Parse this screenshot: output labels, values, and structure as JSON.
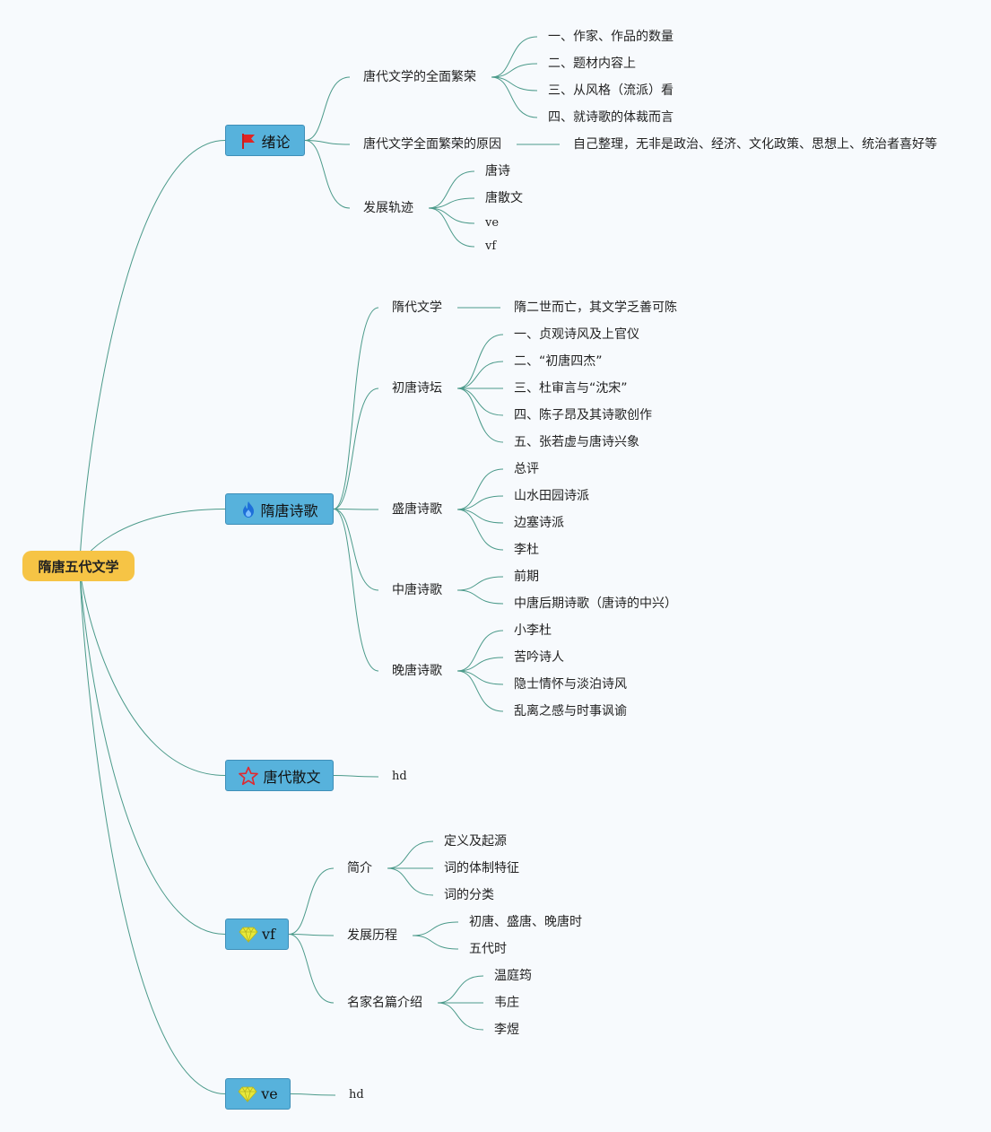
{
  "root": {
    "label": "隋唐五代文学"
  },
  "topics": [
    {
      "label": "绪论",
      "icon": "red-flag-icon",
      "children": [
        {
          "label": "唐代文学的全面繁荣",
          "children": [
            "一、作家、作品的数量",
            "二、题材内容上",
            "三、从风格（流派）看",
            "四、就诗歌的体裁而言"
          ]
        },
        {
          "label": "唐代文学全面繁荣的原因",
          "children": [
            "自己整理，无非是政治、经济、文化政策、思想上、统治者喜好等"
          ]
        },
        {
          "label": "发展轨迹",
          "children": [
            "唐诗",
            "唐散文",
            "ve",
            "vf"
          ]
        }
      ]
    },
    {
      "label": "隋唐诗歌",
      "icon": "fire-icon",
      "children": [
        {
          "label": "隋代文学",
          "children": [
            "隋二世而亡，其文学乏善可陈"
          ]
        },
        {
          "label": "初唐诗坛",
          "children": [
            "一、贞观诗风及上官仪",
            "二、“初唐四杰”",
            "三、杜审言与“沈宋”",
            "四、陈子昂及其诗歌创作",
            "五、张若虚与唐诗兴象"
          ]
        },
        {
          "label": "盛唐诗歌",
          "children": [
            "总评",
            "山水田园诗派",
            "边塞诗派",
            "李杜"
          ]
        },
        {
          "label": "中唐诗歌",
          "children": [
            "前期",
            "中唐后期诗歌（唐诗的中兴）"
          ]
        },
        {
          "label": "晚唐诗歌",
          "children": [
            "小李杜",
            "苦吟诗人",
            "隐士情怀与淡泊诗风",
            "乱离之感与时事讽谕"
          ]
        }
      ]
    },
    {
      "label": "唐代散文",
      "icon": "star-icon",
      "children": [
        {
          "label": "hd",
          "children": []
        }
      ]
    },
    {
      "label": "vf",
      "icon": "diamond-icon",
      "children": [
        {
          "label": "简介",
          "children": [
            "定义及起源",
            "词的体制特征",
            "词的分类"
          ]
        },
        {
          "label": "发展历程",
          "children": [
            "初唐、盛唐、晚唐时",
            "五代时"
          ]
        },
        {
          "label": "名家名篇介绍",
          "children": [
            "温庭筠",
            "韦庄",
            "李煜"
          ]
        }
      ]
    },
    {
      "label": "ve",
      "icon": "diamond-icon",
      "children": [
        {
          "label": "hd",
          "children": []
        }
      ]
    }
  ],
  "colors": {
    "background": "#f7fafd",
    "root": "#f6c445",
    "topic": "#57b2dc",
    "link": "#4b9a8a"
  }
}
